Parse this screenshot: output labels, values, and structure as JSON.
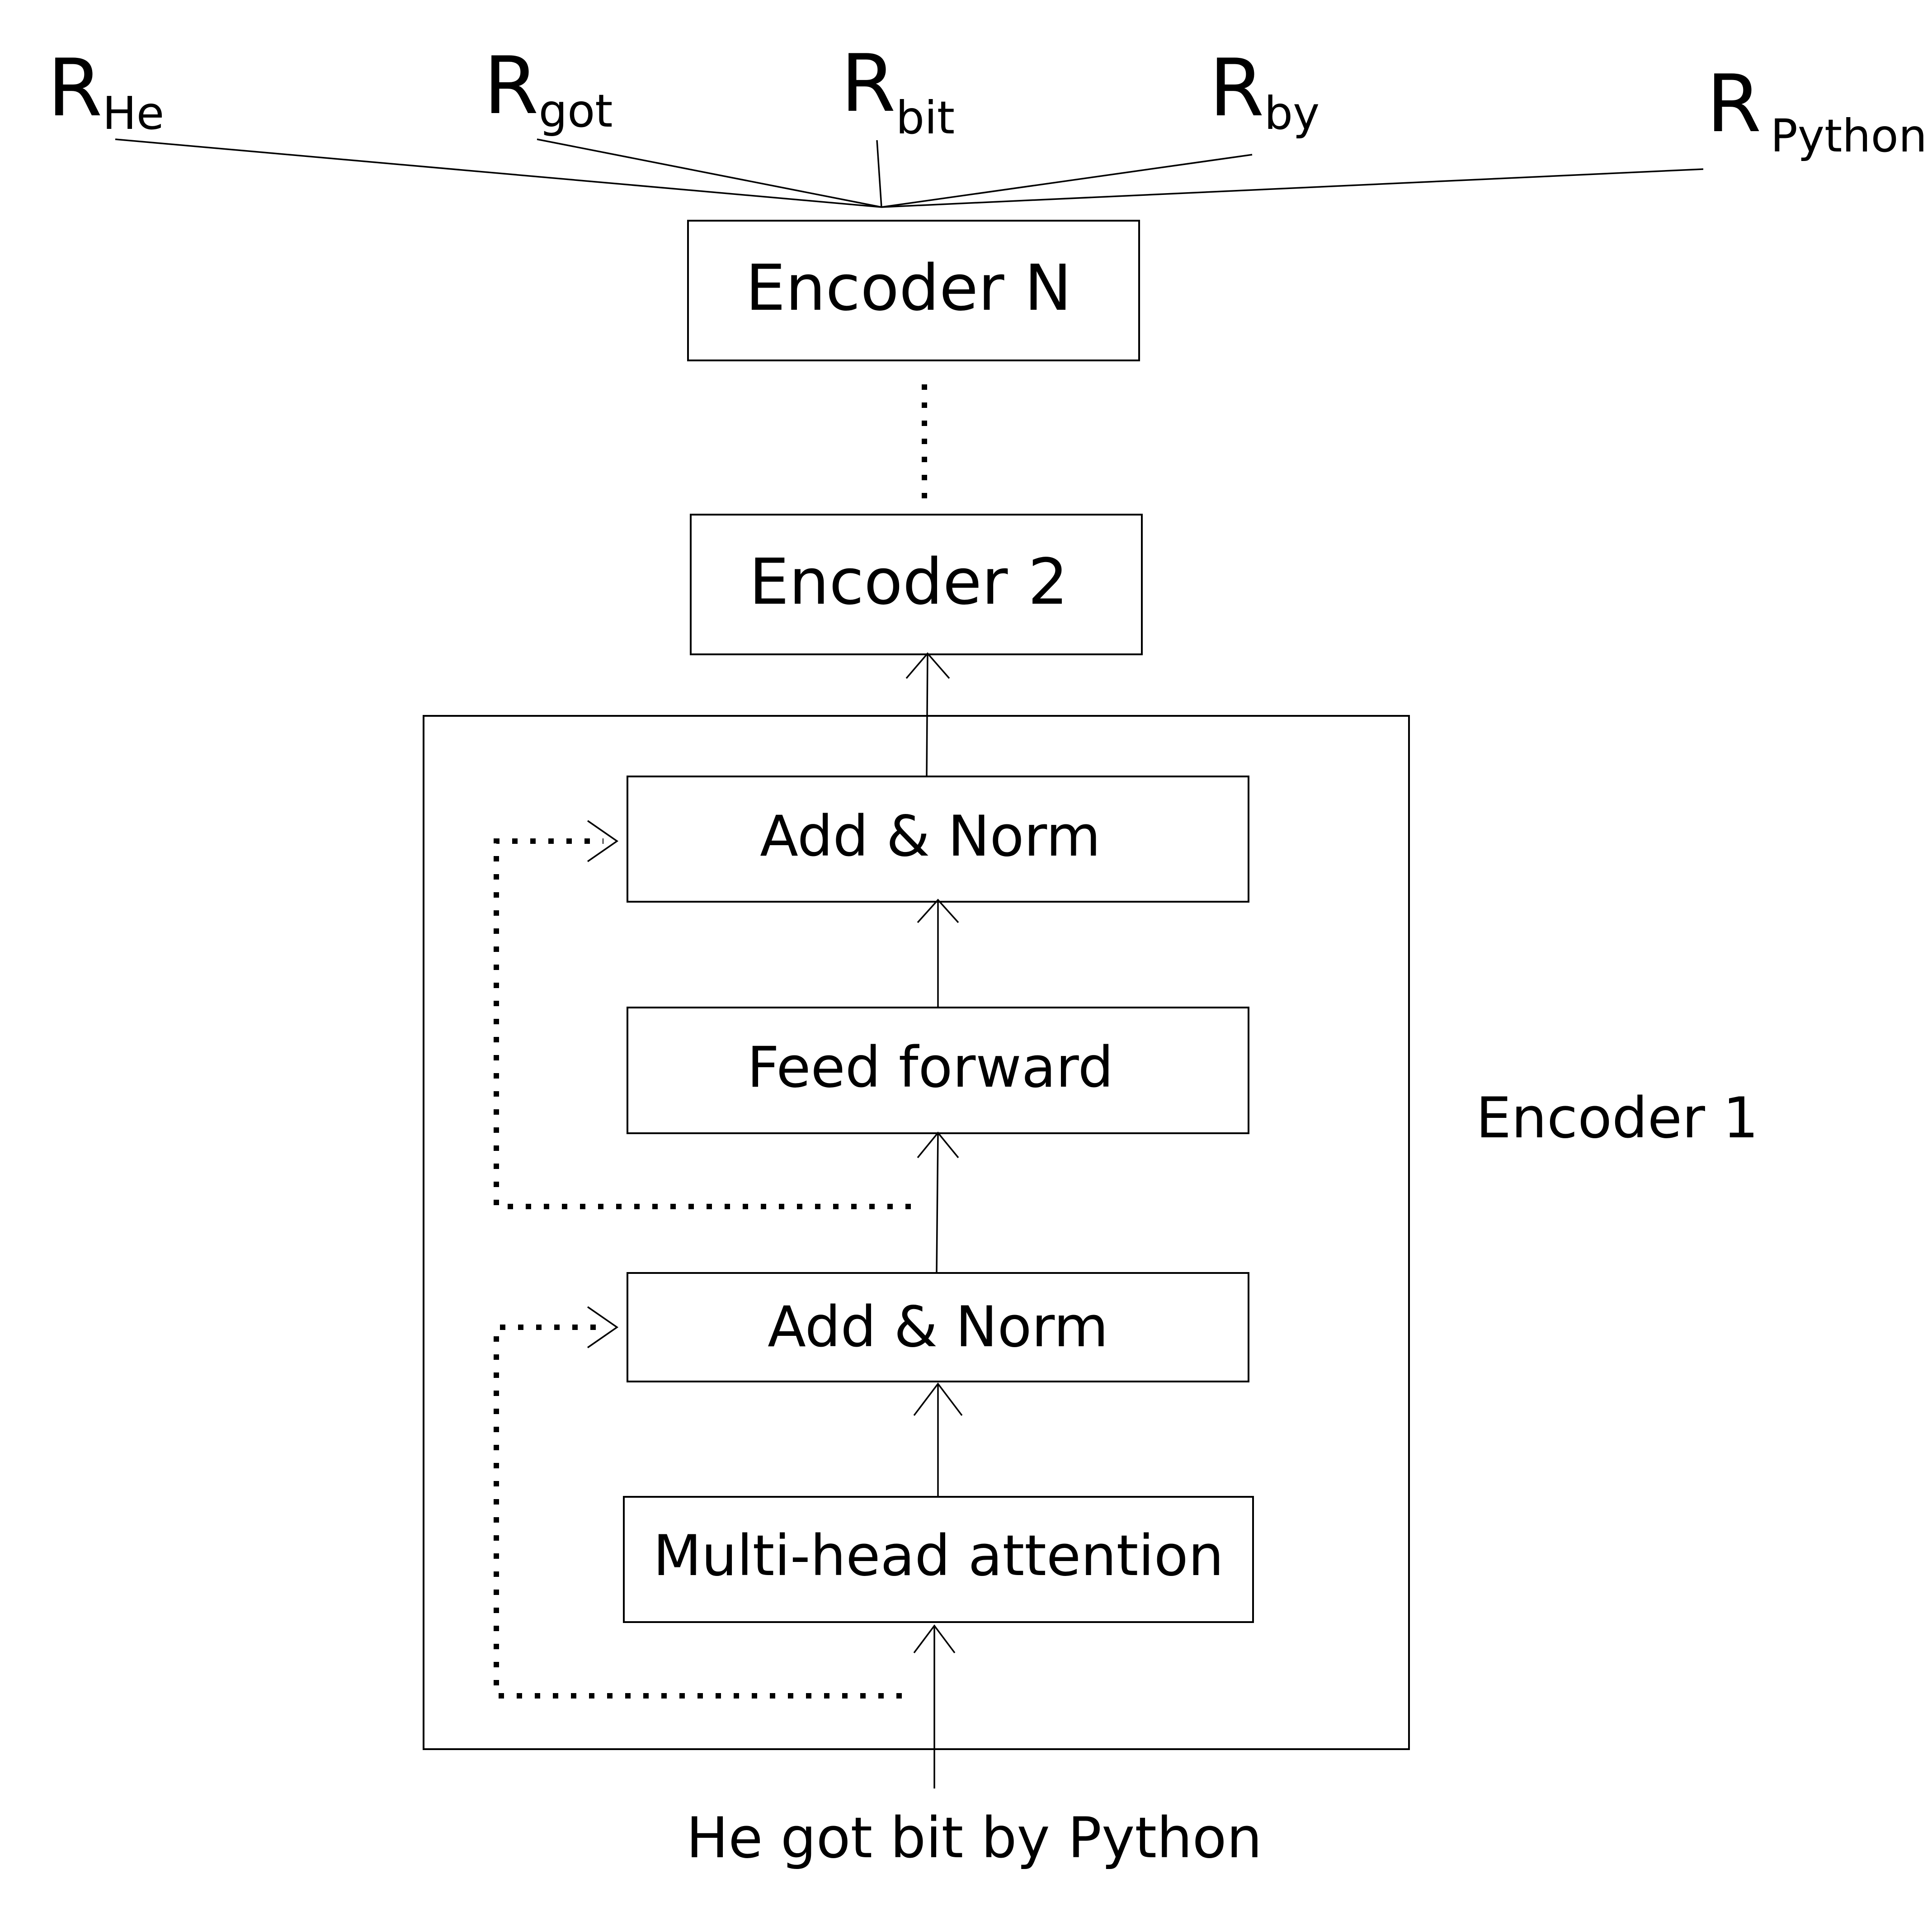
{
  "representations": [
    {
      "main": "R",
      "sub": "He"
    },
    {
      "main": "R",
      "sub": "got"
    },
    {
      "main": "R",
      "sub": "bit"
    },
    {
      "main": "R",
      "sub": "by"
    },
    {
      "main": "R",
      "sub": "Python"
    }
  ],
  "encoders": {
    "top": "Encoder N",
    "second": "Encoder 2",
    "first": "Encoder 1"
  },
  "layers": {
    "add_norm_top": "Add & Norm",
    "feed_forward": "Feed forward",
    "add_norm_bottom": "Add & Norm",
    "attention": "Multi-head attention"
  },
  "input_sentence": "He got bit by Python"
}
